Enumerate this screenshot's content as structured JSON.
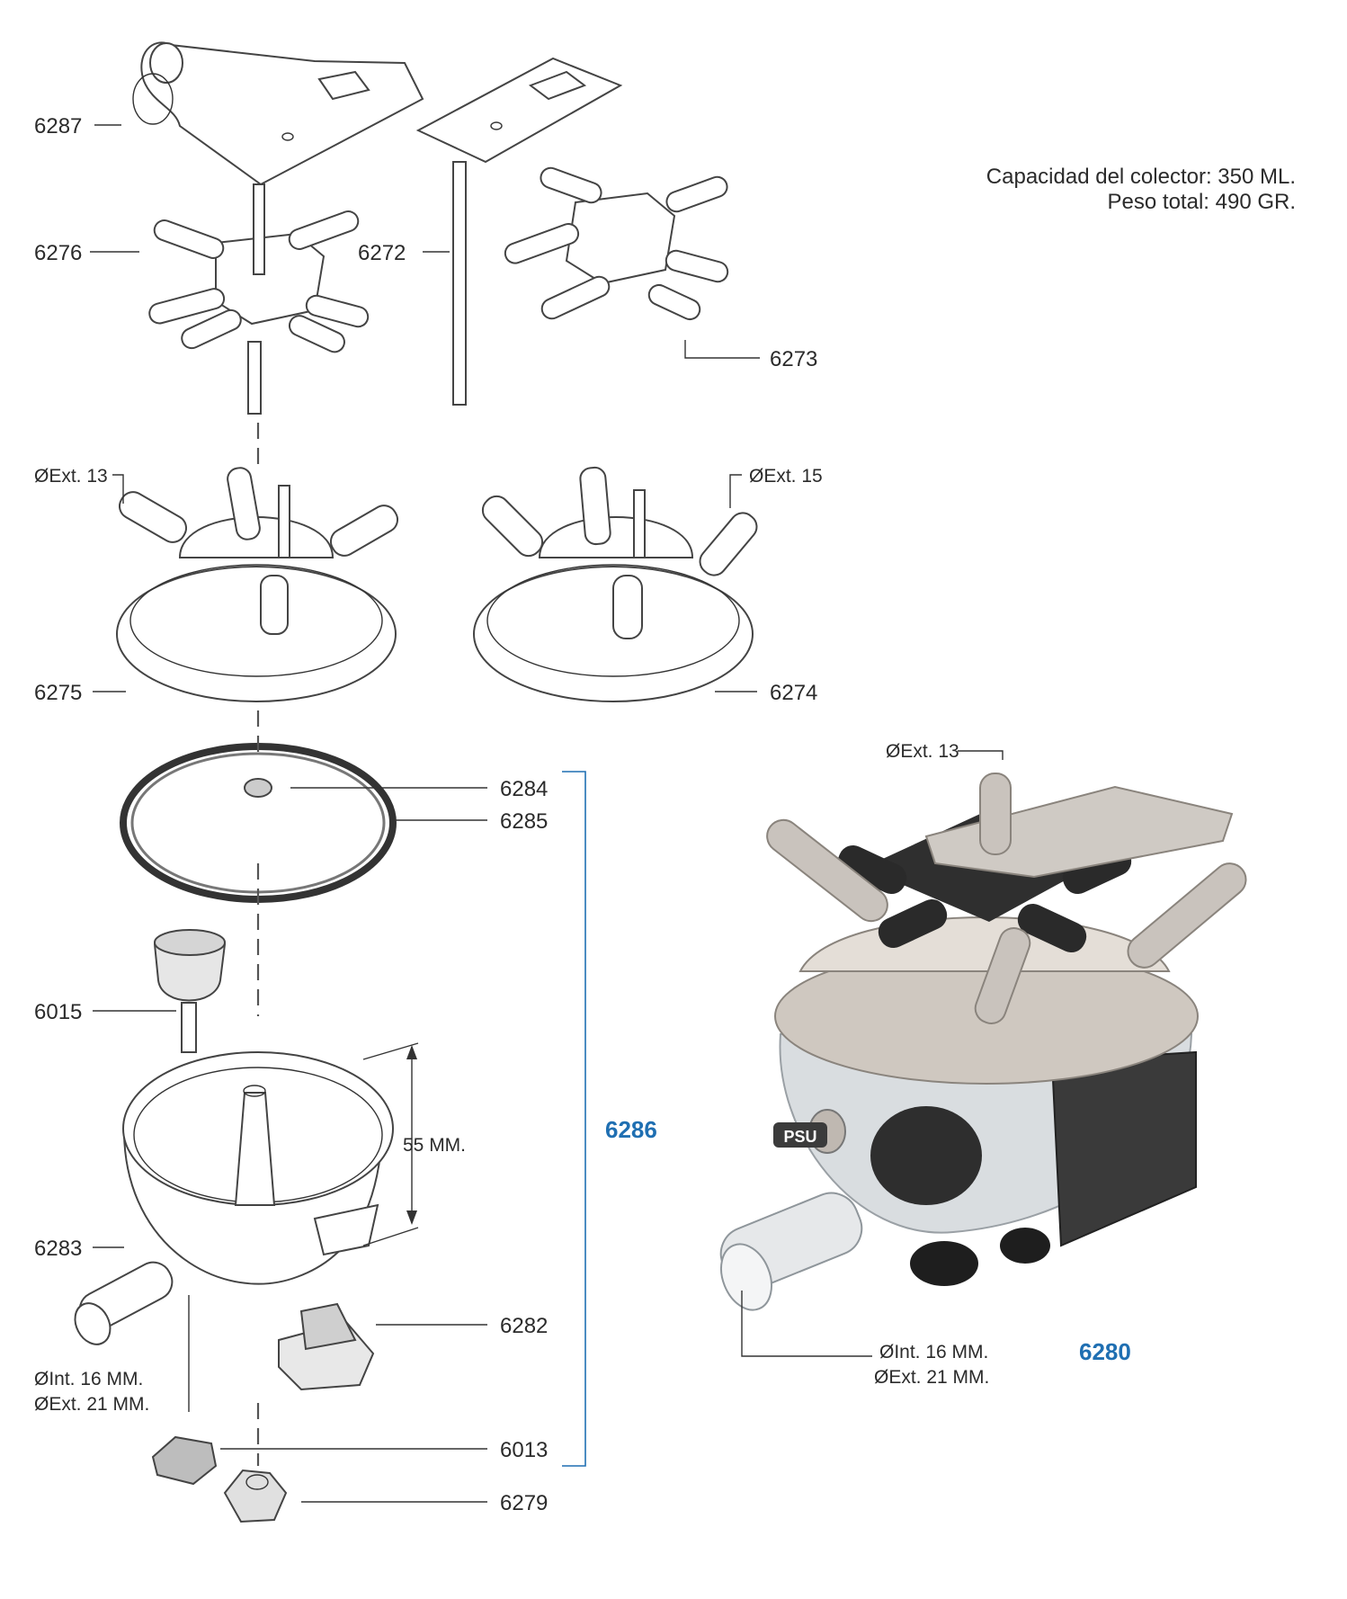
{
  "specs": {
    "capacity": "Capacidad del colector: 350 ML.",
    "weight": "Peso total: 490 GR."
  },
  "parts": {
    "p6287": "6287",
    "p6276": "6276",
    "p6272": "6272",
    "p6273": "6273",
    "p6275": "6275",
    "p6274": "6274",
    "p6284": "6284",
    "p6285": "6285",
    "p6015": "6015",
    "p6283": "6283",
    "p6282": "6282",
    "p6013": "6013",
    "p6279": "6279"
  },
  "assembly": {
    "bracket_code": "6286",
    "product_code": "6280"
  },
  "dimensions": {
    "ext13_left": "ØExt. 13",
    "ext15_right": "ØExt. 15",
    "height": "55 MM.",
    "int16_left": "ØInt. 16 MM.",
    "ext21_left": "ØExt. 21 MM.",
    "ext13_photo": "ØExt. 13",
    "int16_photo": "ØInt. 16 MM.",
    "ext21_photo": "ØExt. 21 MM."
  },
  "badge": {
    "psu": "PSU"
  },
  "colors": {
    "accent_blue": "#1f6fb2",
    "line": "#333333"
  }
}
